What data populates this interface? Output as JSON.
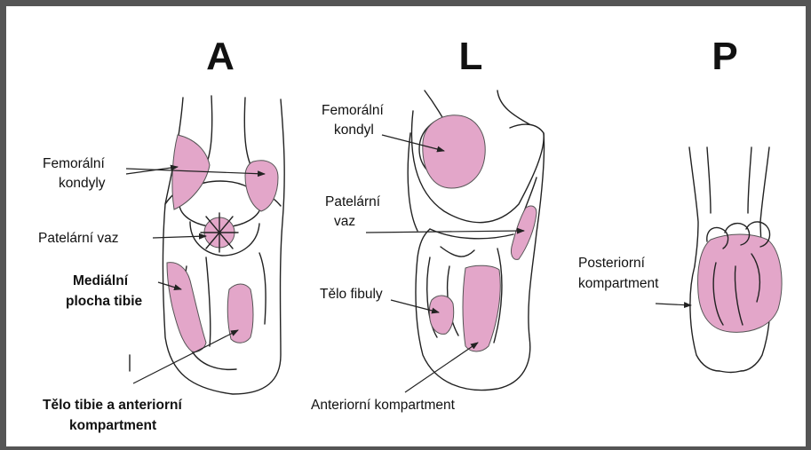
{
  "colors": {
    "highlight": "#e3a6c9",
    "frame": "#555555",
    "ink": "#111111"
  },
  "views": {
    "anterior": {
      "letter": "A",
      "labels": {
        "femoral_line1": "Femorální",
        "femoral_line2": "kondyly",
        "patellar": "Patelární vaz",
        "medial_line1": "Mediální",
        "medial_line2": "plocha tibie",
        "tibia_line1": "Tělo tibie a anteriorní",
        "tibia_line2": "kompartment"
      }
    },
    "lateral": {
      "letter": "L",
      "labels": {
        "femoral_line1": "Femorální",
        "femoral_line2": "kondyl",
        "patellar_line1": "Patelární",
        "patellar_line2": "vaz",
        "fibula": "Tělo fibuly",
        "anterior": "Anteriorní kompartment"
      }
    },
    "posterior": {
      "letter": "P",
      "labels": {
        "compartment_line1": "Posteriorní",
        "compartment_line2": "kompartment"
      }
    }
  }
}
